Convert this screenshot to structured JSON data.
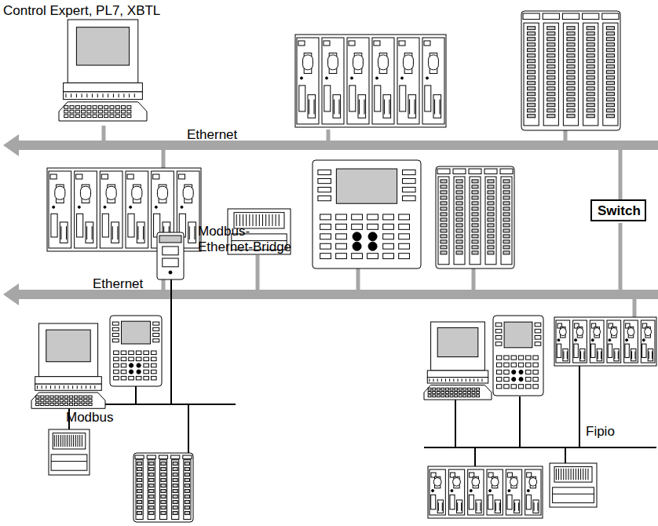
{
  "diagram": {
    "nodes": [
      {
        "text": [
          "Switch"
        ]
      }
    ],
    "labels": [
      "Control Expert, PL7, XBTL",
      "Ethernet",
      "Ethernet",
      "Modbus-Ethernet-Bridge",
      "Modbus",
      "Fipio"
    ]
  }
}
